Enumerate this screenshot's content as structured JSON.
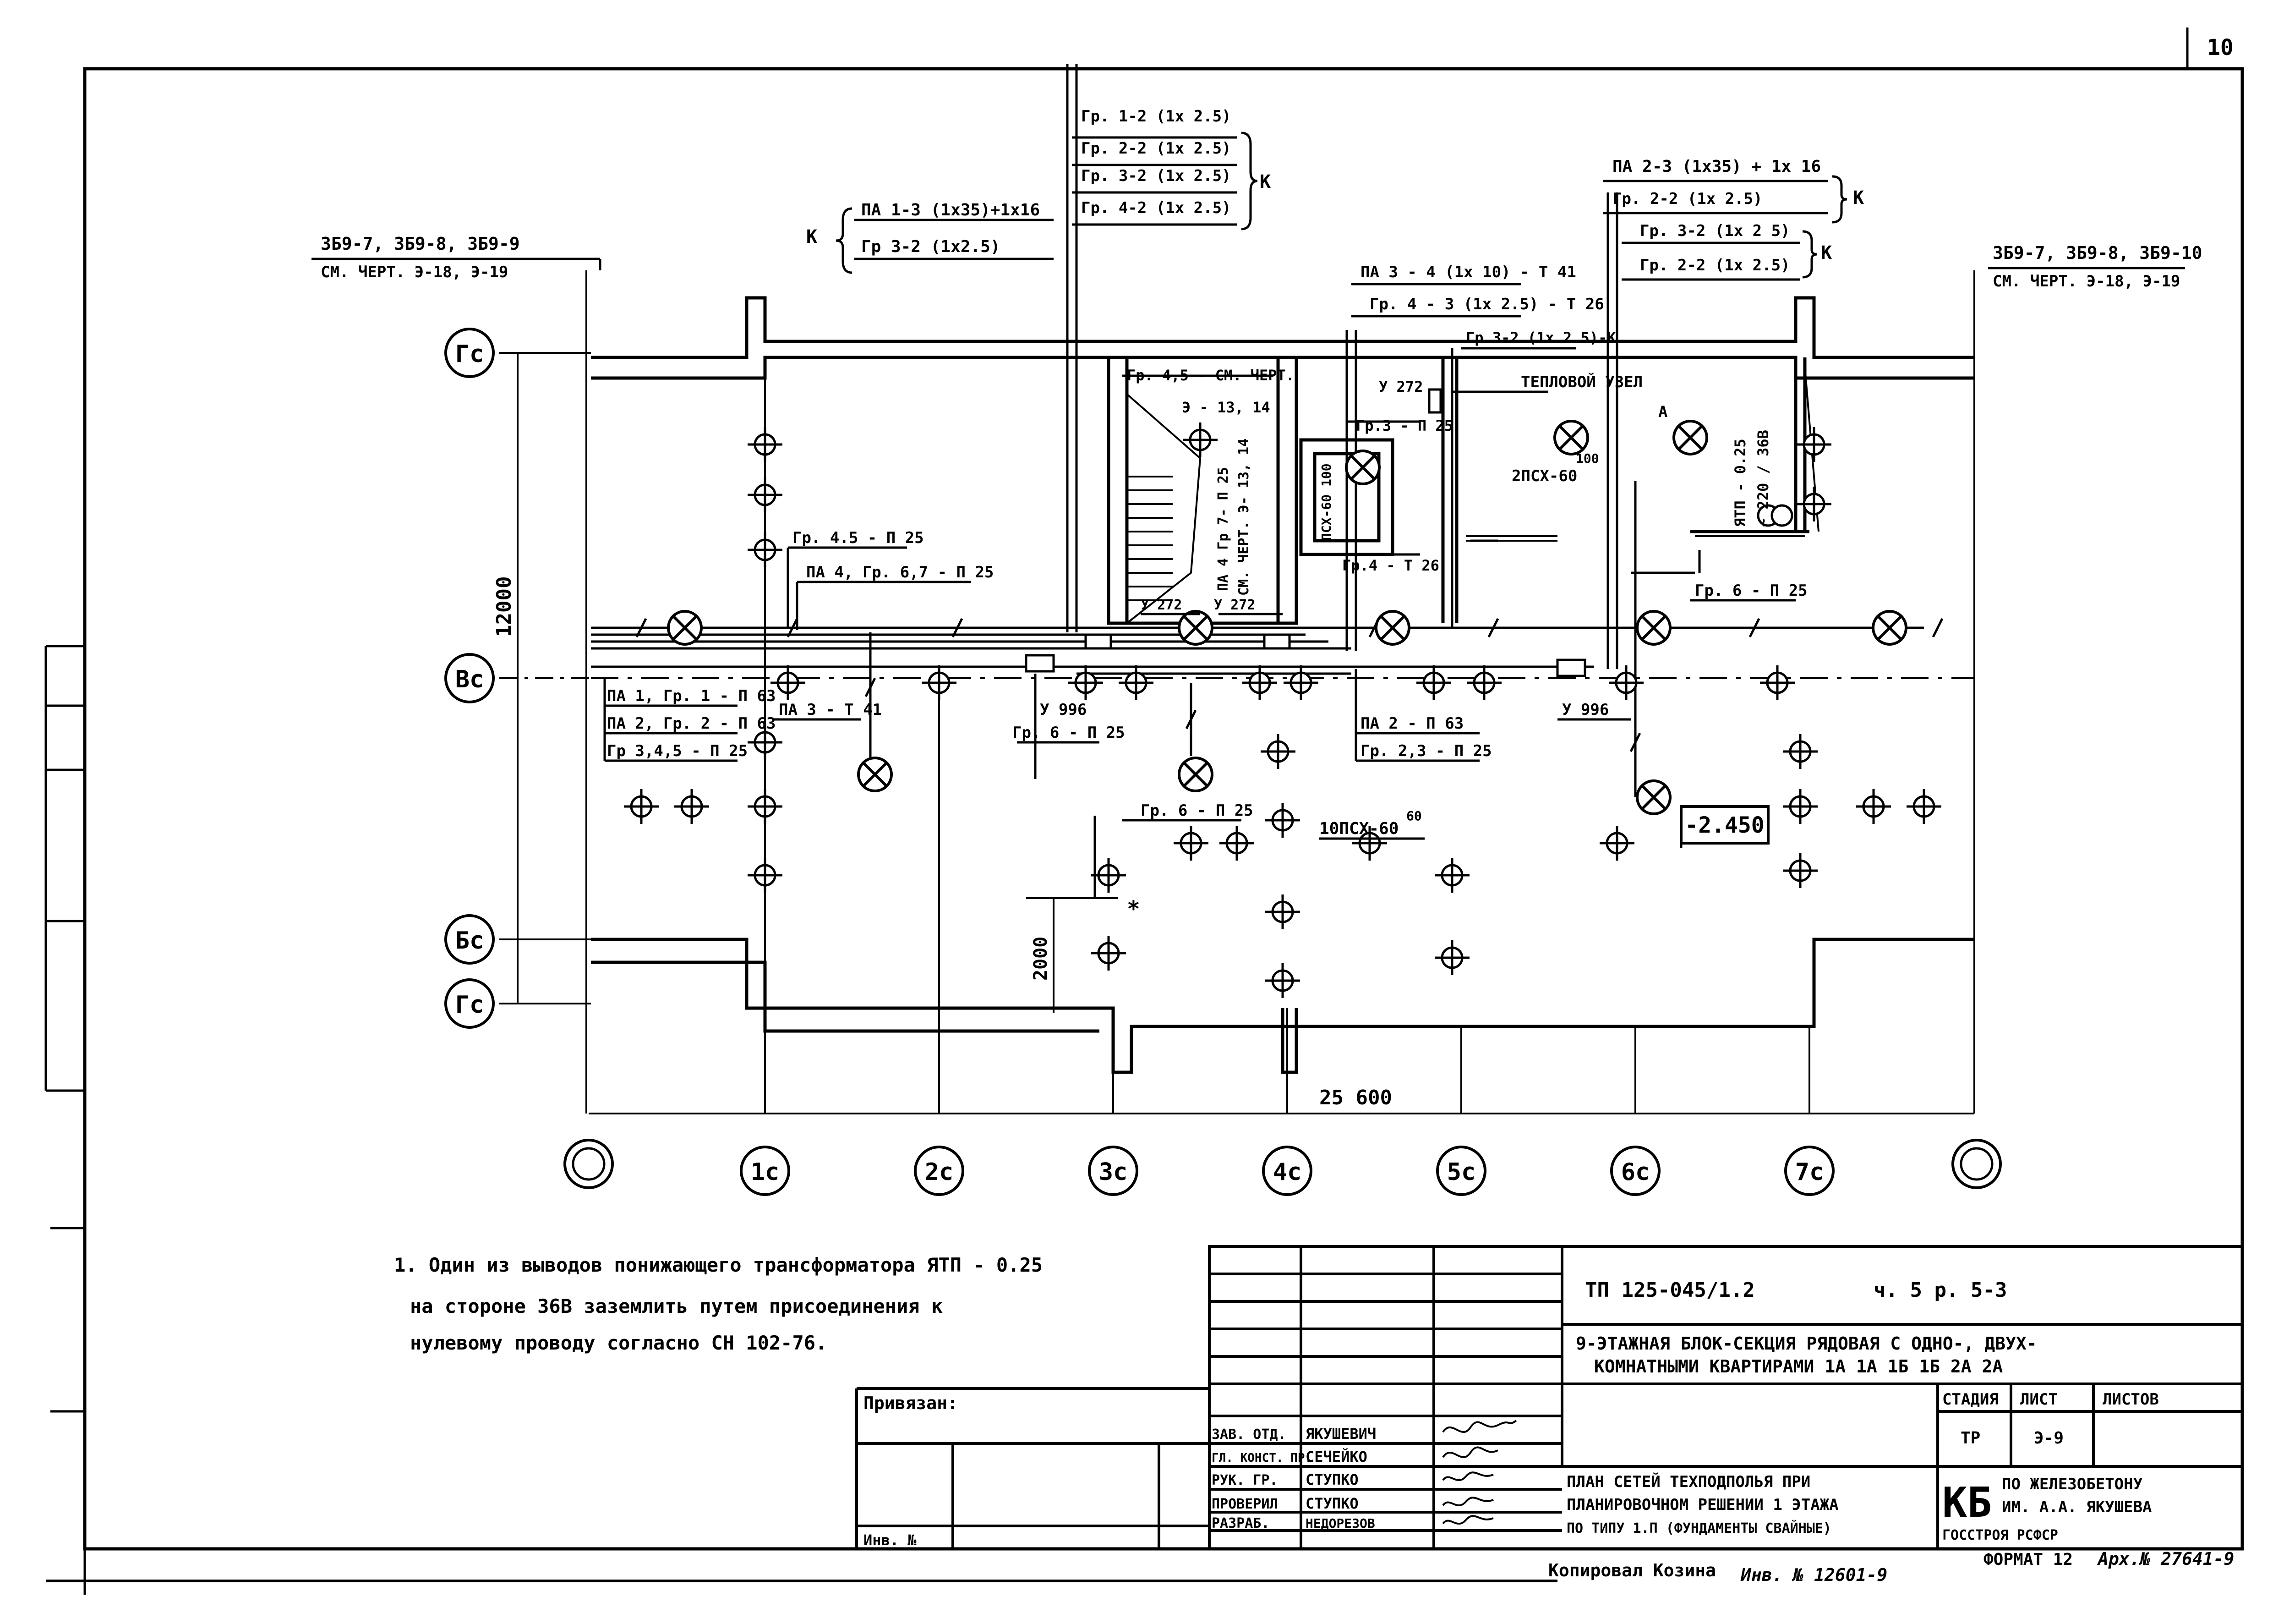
{
  "sheet": {
    "number": "10"
  },
  "axes_letters": [
    "Гс",
    "Вс",
    "Бс",
    "Гс"
  ],
  "axes_numbers": [
    "",
    "1с",
    "2с",
    "3с",
    "4с",
    "5с",
    "6с",
    "7с",
    ""
  ],
  "dimensions": {
    "height_total": "12000",
    "step": "2000",
    "width_total": "25 600"
  },
  "callouts": {
    "top_left_ref_1": "3Б9-7, 3Б9-8, 3Б9-9",
    "top_left_ref_2": "СМ. ЧЕРТ. Э-18, Э-19",
    "top_right_ref_1": "3Б9-7, 3Б9-8, 3Б9-10",
    "top_right_ref_2": "СМ. ЧЕРТ. Э-18, Э-19",
    "k_left_1": "ПА 1-3 (1х35)+1х16",
    "k_left_2": "Гр 3-2 (1х2.5)",
    "k_mid_1": "Гр. 1-2 (1х 2.5)",
    "k_mid_2": "Гр. 2-2 (1х 2.5)",
    "k_mid_3": "Гр. 3-2 (1х 2.5)",
    "k_mid_4": "Гр. 4-2 (1х 2.5)",
    "k_right_1": "ПА 2-3 (1х35) + 1х 16",
    "k_right_2": "Гр. 2-2 (1х 2.5)",
    "k_right_3": "Гр. 3-2 (1х 2 5)",
    "k_right_4": "Гр. 2-2 (1х 2.5)",
    "k": "К",
    "pa3_4": "ПА 3 - 4 (1х 10)  - Т 41",
    "gr4_3": "Гр. 4 - 3 (1х 2.5) - Т 26",
    "gr3_2": "Гр 3-2 (1х 2.5)-К",
    "heat_node": "ТЕПЛОВОЙ  УЗЕЛ",
    "heat_a": "А",
    "y272_a": "У 272",
    "gr3_p25": "Гр.3 - П 25",
    "psx_2": "2ПСХ-60",
    "psx_2_val": "100",
    "ytp": "ЯТП - 0.25",
    "ytp_v": "~ 220 / 36В",
    "gr45_ref_1": "Гр. 4,5 - СМ. ЧЕРТ.",
    "gr45_ref_2": "Э - 13, 14",
    "vert_1": "ПА 4 Гр 7- П 25",
    "vert_2": "СМ. ЧЕРТ. Э- 13, 14",
    "vert_3": "ПСХ-60 100",
    "gr4_t26": "Гр.4 - Т 26",
    "y272_b": "У 272",
    "y272_c": "У 272",
    "gr45_p25": "Гр. 4.5 - П 25",
    "pa4_gr67": "ПА 4, Гр. 6,7 - П 25",
    "pa1_gr1": "ПА 1, Гр. 1 - П 63",
    "pa2_gr2": "ПА 2, Гр. 2 - П 63",
    "gr345": "Гр 3,4,5 - П 25",
    "pa3_t41": "ПА 3 - Т 41",
    "y996_a": "У 996",
    "gr6_p25_a": "Гр. 6 - П 25",
    "pa2_p63": "ПА 2 - П 63",
    "gr23_p25": "Гр. 2,3 - П 25",
    "y996_b": "У 996",
    "gr6_p25_b": "Гр. 6 - П 25",
    "gr6_p25_c": "Гр. 6 - П 25",
    "psx_10": "10ПСХ-60",
    "psx_10_val": "60",
    "mark": "-2.450",
    "star": "*"
  },
  "notes": {
    "line_1": "1. Один  из  выводов  понижающего  трансформатора  ЯТП - 0.25",
    "line_2": "на  стороне  36В  заземлить  путем  присоединения  к",
    "line_3": "нулевому  проводу  согласно  СН 102-76."
  },
  "stamp": {
    "code": "ТП  125-045/1.2",
    "part": "ч. 5   р. 5-3",
    "title_1": "9-ЭТАЖНАЯ  БЛОК-СЕКЦИЯ  РЯДОВАЯ  С  ОДНО-, ДВУХ-",
    "title_2": "КОМНАТНЫМИ  КВАРТИРАМИ  1А 1А 1Б 1Б 2А 2А",
    "bound": "Привязан:",
    "inv": "Инв. №",
    "roles": [
      "ЗАВ. ОТД.",
      "ГЛ. КОНСТ. ПР.",
      "РУК. ГР.",
      "ПРОВЕРИЛ",
      "РАЗРАБ."
    ],
    "names": [
      "ЯКУШЕВИЧ",
      "СЕЧЕЙКО",
      "СТУПКО",
      "СТУПКО",
      "НЕДОРЕЗОВ"
    ],
    "sign": "подпись",
    "stage_h": "СТАДИЯ",
    "sheet_h": "ЛИСТ",
    "sheets_h": "ЛИСТОВ",
    "stage": "ТР",
    "sheet": "Э-9",
    "sheets": "",
    "plan_1": "ПЛАН  СЕТЕЙ  ТЕХПОДПОЛЬЯ  ПРИ",
    "plan_2": "ПЛАНИРОВОЧНОМ  РЕШЕНИИ  1 ЭТАЖА",
    "plan_3": "ПО ТИПУ 1.П (ФУНДАМЕНТЫ  СВАЙНЫЕ)",
    "org_logo": "КБ",
    "org_1": "ПО  ЖЕЛЕЗОБЕТОНУ",
    "org_2": "ИМ. А.А. ЯКУШЕВА",
    "org_3": "ГОССТРОЯ         РСФСР"
  },
  "footer": {
    "copied": "Копировал  Козина",
    "inv_hand": "Инв. № 12601-9",
    "format": "ФОРМАТ  12",
    "arch": "Арх.№ 27641-9"
  }
}
